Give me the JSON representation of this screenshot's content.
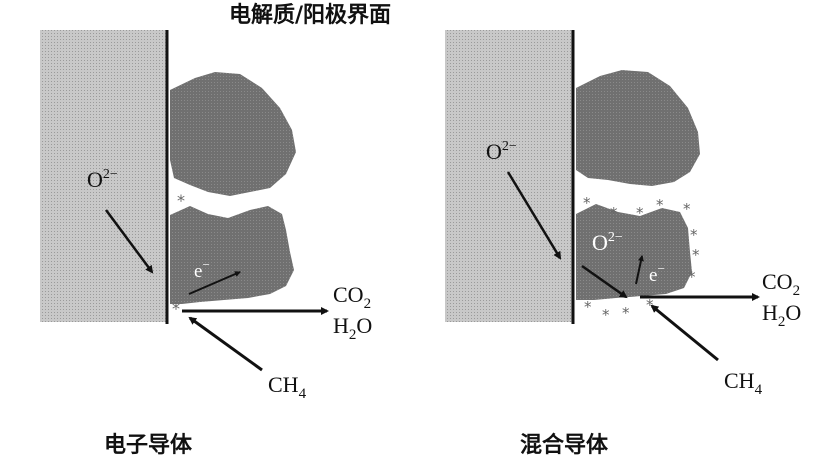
{
  "title": "电解质/阳极界面",
  "panels": [
    {
      "caption": "电子导体",
      "o2_label": "O",
      "o2_charge": "2−",
      "e_label": "e",
      "e_charge": "−",
      "co2_base": "CO",
      "co2_sub": "2",
      "h2o_h": "H",
      "h2o_sub": "2",
      "h2o_o": "O",
      "ch4_base": "CH",
      "ch4_sub": "4"
    },
    {
      "caption": "混合导体",
      "o2_label": "O",
      "o2_charge": "2−",
      "o2_inner_label": "O",
      "o2_inner_charge": "2−",
      "e_label": "e",
      "e_charge": "−",
      "co2_base": "CO",
      "co2_sub": "2",
      "h2o_h": "H",
      "h2o_sub": "2",
      "h2o_o": "O",
      "ch4_base": "CH",
      "ch4_sub": "4"
    }
  ],
  "colors": {
    "electrolyte": "#c4c4c4",
    "anode": "#6e6e6e",
    "line": "#111111",
    "star": "#666666"
  }
}
